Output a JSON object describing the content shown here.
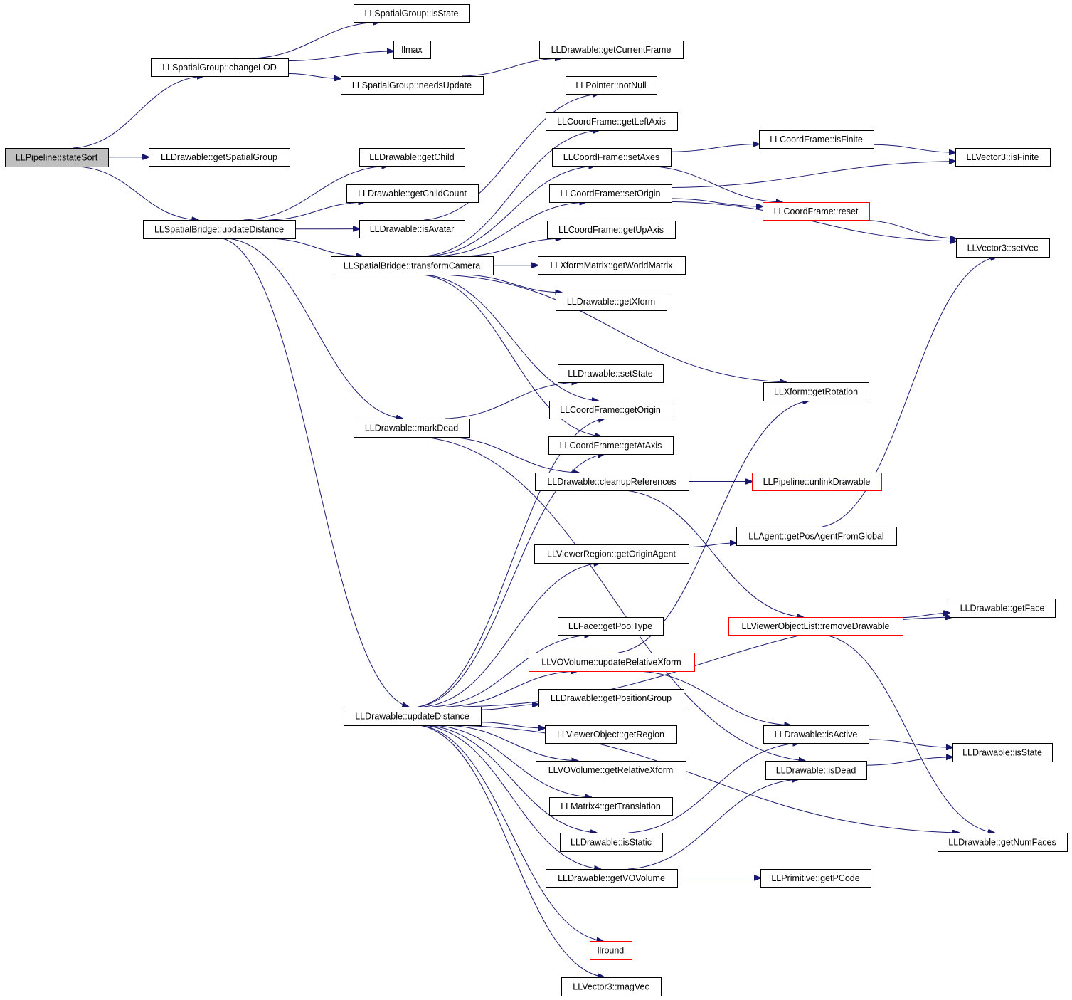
{
  "colors": {
    "edge": "#191970",
    "node_border": "#000000",
    "node_border_truncated": "#ff0000",
    "node_fill": "#ffffff",
    "root_fill": "#bfbfbf"
  },
  "nodes": [
    {
      "id": "stateSort",
      "label": "LLPipeline::stateSort",
      "root": true
    },
    {
      "id": "changeLOD",
      "label": "LLSpatialGroup::changeLOD"
    },
    {
      "id": "sg_isState",
      "label": "LLSpatialGroup::isState"
    },
    {
      "id": "llmax",
      "label": "llmax"
    },
    {
      "id": "needsUpdate",
      "label": "LLSpatialGroup::needsUpdate"
    },
    {
      "id": "getCurrentFrame",
      "label": "LLDrawable::getCurrentFrame"
    },
    {
      "id": "getSpatialGroup",
      "label": "LLDrawable::getSpatialGroup"
    },
    {
      "id": "sb_updateDistance",
      "label": "LLSpatialBridge::updateDistance"
    },
    {
      "id": "getChild",
      "label": "LLDrawable::getChild"
    },
    {
      "id": "getChildCount",
      "label": "LLDrawable::getChildCount"
    },
    {
      "id": "isAvatar",
      "label": "LLDrawable::isAvatar"
    },
    {
      "id": "transformCamera",
      "label": "LLSpatialBridge::transformCamera"
    },
    {
      "id": "notNull",
      "label": "LLPointer::notNull"
    },
    {
      "id": "getLeftAxis",
      "label": "LLCoordFrame::getLeftAxis"
    },
    {
      "id": "setAxes",
      "label": "LLCoordFrame::setAxes"
    },
    {
      "id": "setOrigin",
      "label": "LLCoordFrame::setOrigin"
    },
    {
      "id": "getUpAxis",
      "label": "LLCoordFrame::getUpAxis"
    },
    {
      "id": "getWorldMatrix",
      "label": "LLXformMatrix::getWorldMatrix"
    },
    {
      "id": "getXform",
      "label": "LLDrawable::getXform"
    },
    {
      "id": "cf_isFinite",
      "label": "LLCoordFrame::isFinite"
    },
    {
      "id": "v3_isFinite",
      "label": "LLVector3::isFinite"
    },
    {
      "id": "cf_reset",
      "label": "LLCoordFrame::reset",
      "truncated": true
    },
    {
      "id": "setVec",
      "label": "LLVector3::setVec"
    },
    {
      "id": "getRotation",
      "label": "LLXform::getRotation"
    },
    {
      "id": "setState",
      "label": "LLDrawable::setState"
    },
    {
      "id": "getOrigin",
      "label": "LLCoordFrame::getOrigin"
    },
    {
      "id": "markDead",
      "label": "LLDrawable::markDead"
    },
    {
      "id": "getAtAxis",
      "label": "LLCoordFrame::getAtAxis"
    },
    {
      "id": "cleanupReferences",
      "label": "LLDrawable::cleanupReferences"
    },
    {
      "id": "unlinkDrawable",
      "label": "LLPipeline::unlinkDrawable",
      "truncated": true
    },
    {
      "id": "getPosAgentFromGlobal",
      "label": "LLAgent::getPosAgentFromGlobal"
    },
    {
      "id": "getOriginAgent",
      "label": "LLViewerRegion::getOriginAgent"
    },
    {
      "id": "removeDrawable",
      "label": "LLViewerObjectList::removeDrawable",
      "truncated": true
    },
    {
      "id": "getFace",
      "label": "LLDrawable::getFace"
    },
    {
      "id": "getPoolType",
      "label": "LLFace::getPoolType"
    },
    {
      "id": "updateRelativeXform",
      "label": "LLVOVolume::updateRelativeXform",
      "truncated": true
    },
    {
      "id": "getPositionGroup",
      "label": "LLDrawable::getPositionGroup"
    },
    {
      "id": "d_updateDistance",
      "label": "LLDrawable::updateDistance"
    },
    {
      "id": "getRegion",
      "label": "LLViewerObject::getRegion"
    },
    {
      "id": "isActive",
      "label": "LLDrawable::isActive"
    },
    {
      "id": "d_isState",
      "label": "LLDrawable::isState"
    },
    {
      "id": "getRelativeXform",
      "label": "LLVOVolume::getRelativeXform"
    },
    {
      "id": "isDead",
      "label": "LLDrawable::isDead"
    },
    {
      "id": "getTranslation",
      "label": "LLMatrix4::getTranslation"
    },
    {
      "id": "isStatic",
      "label": "LLDrawable::isStatic"
    },
    {
      "id": "getNumFaces",
      "label": "LLDrawable::getNumFaces"
    },
    {
      "id": "getVOVolume",
      "label": "LLDrawable::getVOVolume"
    },
    {
      "id": "getPCode",
      "label": "LLPrimitive::getPCode"
    },
    {
      "id": "llround",
      "label": "llround",
      "truncated": true
    },
    {
      "id": "magVec",
      "label": "LLVector3::magVec"
    }
  ],
  "edges": [
    [
      "stateSort",
      "changeLOD"
    ],
    [
      "stateSort",
      "getSpatialGroup"
    ],
    [
      "stateSort",
      "sb_updateDistance"
    ],
    [
      "changeLOD",
      "sg_isState"
    ],
    [
      "changeLOD",
      "llmax"
    ],
    [
      "changeLOD",
      "needsUpdate"
    ],
    [
      "needsUpdate",
      "getCurrentFrame"
    ],
    [
      "sb_updateDistance",
      "getChild"
    ],
    [
      "sb_updateDistance",
      "getChildCount"
    ],
    [
      "sb_updateDistance",
      "isAvatar"
    ],
    [
      "sb_updateDistance",
      "transformCamera"
    ],
    [
      "sb_updateDistance",
      "markDead"
    ],
    [
      "sb_updateDistance",
      "d_updateDistance"
    ],
    [
      "isAvatar",
      "notNull"
    ],
    [
      "transformCamera",
      "getLeftAxis"
    ],
    [
      "transformCamera",
      "setAxes"
    ],
    [
      "transformCamera",
      "setOrigin"
    ],
    [
      "transformCamera",
      "getUpAxis"
    ],
    [
      "transformCamera",
      "getWorldMatrix"
    ],
    [
      "transformCamera",
      "getXform"
    ],
    [
      "transformCamera",
      "getRotation"
    ],
    [
      "transformCamera",
      "getOrigin"
    ],
    [
      "transformCamera",
      "getAtAxis"
    ],
    [
      "setAxes",
      "cf_isFinite"
    ],
    [
      "setAxes",
      "cf_reset"
    ],
    [
      "cf_isFinite",
      "v3_isFinite"
    ],
    [
      "setOrigin",
      "v3_isFinite"
    ],
    [
      "setOrigin",
      "cf_reset"
    ],
    [
      "setOrigin",
      "setVec"
    ],
    [
      "cf_reset",
      "setVec"
    ],
    [
      "markDead",
      "setState"
    ],
    [
      "markDead",
      "cleanupReferences"
    ],
    [
      "markDead",
      "isDead"
    ],
    [
      "cleanupReferences",
      "unlinkDrawable"
    ],
    [
      "cleanupReferences",
      "removeDrawable"
    ],
    [
      "removeDrawable",
      "getFace"
    ],
    [
      "removeDrawable",
      "getNumFaces"
    ],
    [
      "getPosAgentFromGlobal",
      "setVec"
    ],
    [
      "getOriginAgent",
      "getPosAgentFromGlobal"
    ],
    [
      "updateRelativeXform",
      "getRotation"
    ],
    [
      "updateRelativeXform",
      "isActive"
    ],
    [
      "isActive",
      "d_isState"
    ],
    [
      "isDead",
      "d_isState"
    ],
    [
      "isStatic",
      "isActive"
    ],
    [
      "getVOVolume",
      "isDead"
    ],
    [
      "getVOVolume",
      "getPCode"
    ],
    [
      "d_updateDistance",
      "getOrigin"
    ],
    [
      "d_updateDistance",
      "getAtAxis"
    ],
    [
      "d_updateDistance",
      "getOriginAgent"
    ],
    [
      "d_updateDistance",
      "getFace"
    ],
    [
      "d_updateDistance",
      "getPoolType"
    ],
    [
      "d_updateDistance",
      "updateRelativeXform"
    ],
    [
      "d_updateDistance",
      "getPositionGroup"
    ],
    [
      "d_updateDistance",
      "getRegion"
    ],
    [
      "d_updateDistance",
      "getRelativeXform"
    ],
    [
      "d_updateDistance",
      "getTranslation"
    ],
    [
      "d_updateDistance",
      "isStatic"
    ],
    [
      "d_updateDistance",
      "getVOVolume"
    ],
    [
      "d_updateDistance",
      "getNumFaces"
    ],
    [
      "d_updateDistance",
      "llround"
    ],
    [
      "d_updateDistance",
      "magVec"
    ]
  ]
}
